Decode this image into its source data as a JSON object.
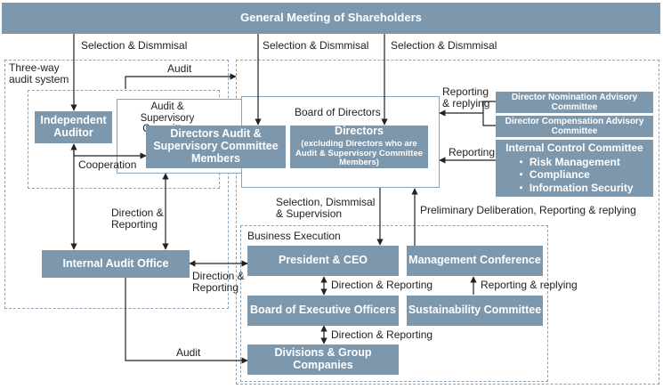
{
  "header": {
    "title": "General Meeting of Shareholders"
  },
  "labels": {
    "selection1": "Selection & Dismmisal",
    "selection2": "Selection & Dismmisal",
    "selection3": "Selection & Dismmisal",
    "three_way": "Three-way audit system",
    "audit_top": "Audit",
    "audit_bottom": "Audit",
    "cooperation": "Cooperation",
    "direction_reporting_left": "Direction & Reporting",
    "direction_reporting_mid": "Direction & Reporting",
    "direction_reporting_1": "Direction & Reporting",
    "direction_reporting_2": "Direction & Reporting",
    "reporting_replying_top": "Reporting & replying",
    "reporting": "Reporting",
    "selection_supervision": "Selection, Dismmisal & Supervision",
    "preliminary": "Preliminary Deliberation, Reporting & replying",
    "reporting_replying_bottom": "Reporting & replying",
    "business_execution": "Business Execution",
    "audit_committee_group": "Audit & Supervisory Committee",
    "board_of_directors": "Board of Directors"
  },
  "boxes": {
    "independent_auditor": "Independent Auditor",
    "directors_audit": "Directors Audit & Supervisory Committee Members",
    "directors_main": "Directors",
    "directors_main_sub": "(excluding Directors who are Audit & Supervisory Committee Members)",
    "nomination": "Director Nomination Advisory Committee",
    "compensation": "Director Compensation Advisory Committee",
    "internal_control": "Internal Control Committee",
    "internal_control_items": [
      "・ Risk Management",
      "・ Compliance",
      "・ Information Security"
    ],
    "internal_audit": "Internal Audit Office",
    "president": "President & CEO",
    "management_conf": "Management Conference",
    "exec_officers": "Board of Executive Officers",
    "sustainability": "Sustainability Committee",
    "divisions": "Divisions & Group Companies"
  }
}
